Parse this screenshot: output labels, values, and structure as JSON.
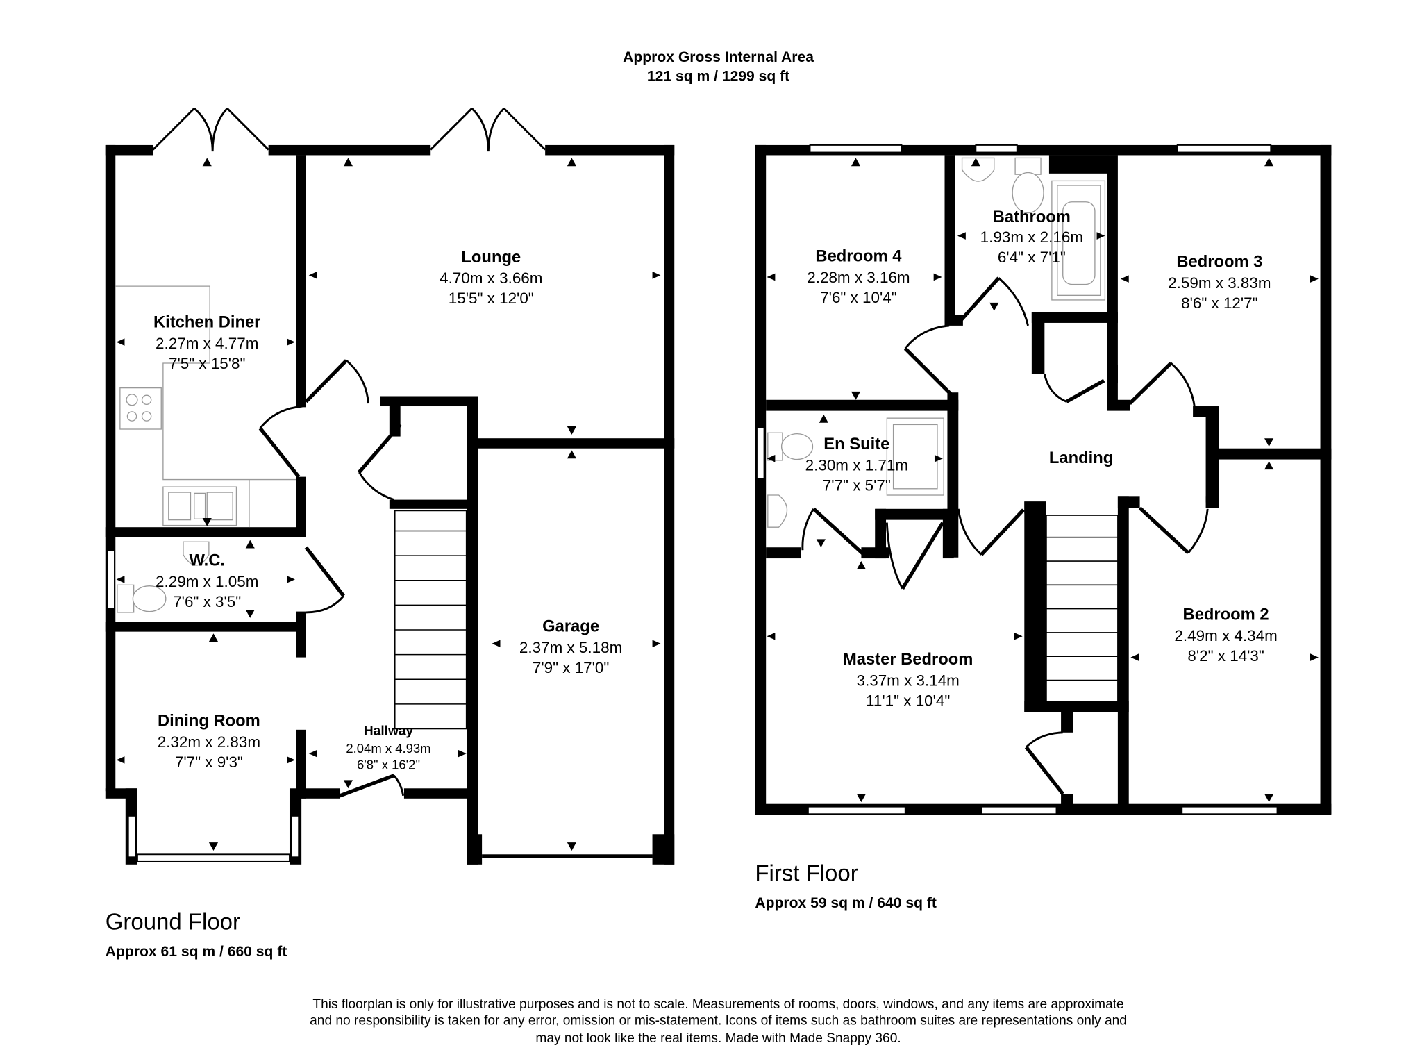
{
  "header": {
    "title": "Approx Gross Internal Area",
    "total_area": "121 sq m / 1299 sq ft"
  },
  "ground_floor": {
    "label": "Ground Floor",
    "area": "Approx 61 sq m / 660 sq ft",
    "rooms": {
      "kitchen_diner": {
        "name": "Kitchen Diner",
        "metric": "2.27m x 4.77m",
        "imperial": "7'5\" x 15'8\""
      },
      "lounge": {
        "name": "Lounge",
        "metric": "4.70m x 3.66m",
        "imperial": "15'5\" x 12'0\""
      },
      "wc": {
        "name": "W.C.",
        "metric": "2.29m x 1.05m",
        "imperial": "7'6\" x 3'5\""
      },
      "dining_room": {
        "name": "Dining Room",
        "metric": "2.32m x 2.83m",
        "imperial": "7'7\" x 9'3\""
      },
      "hallway": {
        "name": "Hallway",
        "metric": "2.04m x 4.93m",
        "imperial": "6'8\" x 16'2\""
      },
      "garage": {
        "name": "Garage",
        "metric": "2.37m x 5.18m",
        "imperial": "7'9\" x 17'0\""
      }
    }
  },
  "first_floor": {
    "label": "First Floor",
    "area": "Approx 59 sq m / 640 sq ft",
    "rooms": {
      "bedroom_4": {
        "name": "Bedroom 4",
        "metric": "2.28m x 3.16m",
        "imperial": "7'6\" x 10'4\""
      },
      "bathroom": {
        "name": "Bathroom",
        "metric": "1.93m x 2.16m",
        "imperial": "6'4\" x 7'1\""
      },
      "bedroom_3": {
        "name": "Bedroom 3",
        "metric": "2.59m x 3.83m",
        "imperial": "8'6\" x 12'7\""
      },
      "en_suite": {
        "name": "En Suite",
        "metric": "2.30m x 1.71m",
        "imperial": "7'7\" x 5'7\""
      },
      "landing": {
        "name": "Landing"
      },
      "master_bedroom": {
        "name": "Master Bedroom",
        "metric": "3.37m x 3.14m",
        "imperial": "11'1\" x 10'4\""
      },
      "bedroom_2": {
        "name": "Bedroom 2",
        "metric": "2.49m x 4.34m",
        "imperial": "8'2\" x 14'3\""
      }
    }
  },
  "disclaimer": {
    "line1": "This floorplan is only for illustrative purposes and is not to scale. Measurements of rooms, doors, windows, and any items are approximate",
    "line2": "and no responsibility is taken for any error, omission or mis-statement. Icons of items such as bathroom suites are representations only and",
    "line3": "may not look like the real items. Made with Made Snappy 360."
  },
  "colors": {
    "wall": "#000000",
    "background": "#ffffff",
    "fixture_outline": "#999999"
  }
}
